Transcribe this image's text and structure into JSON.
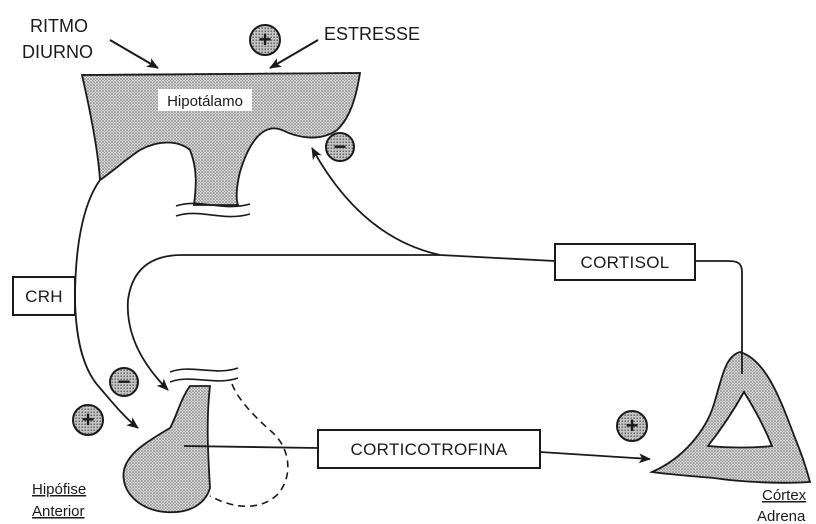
{
  "labels": {
    "ritmo_line1": "RITMO",
    "ritmo_line2": "DIURNO",
    "estresse": "ESTRESSE",
    "hipotalamo": "Hipotálamo",
    "crh": "CRH",
    "cortisol": "CORTISOL",
    "corticotrofina": "CORTICOTROFINA",
    "hipofise_line1": "Hipófise",
    "hipofise_line2": "Anterior",
    "cortex_line1": "Córtex",
    "cortex_line2": "Adrena"
  },
  "signs": {
    "plus": "+",
    "minus": "−"
  },
  "colors": {
    "ink": "#1a1a1a",
    "stipple": "#b9b9b9",
    "sign_fill": "#bdbdbd"
  }
}
